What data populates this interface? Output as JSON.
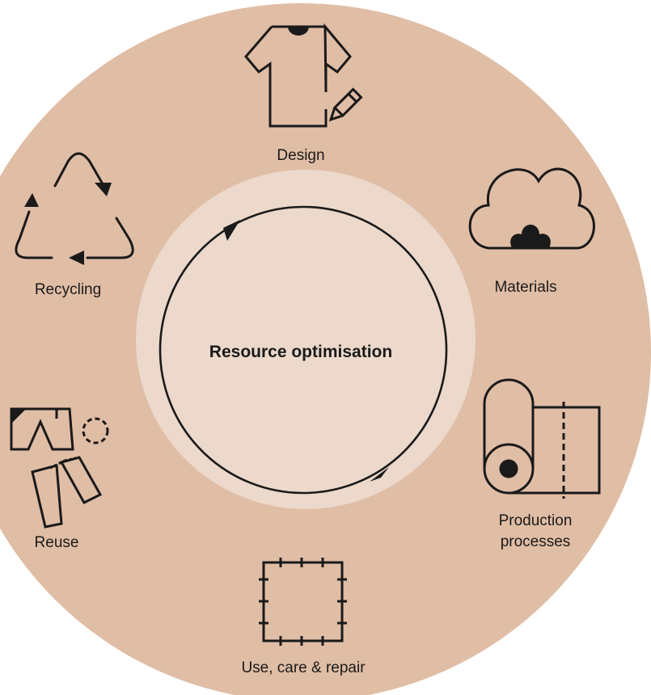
{
  "center": {
    "label": "Resource optimisation"
  },
  "stages": {
    "design": {
      "label": "Design",
      "icon": "tshirt-pencil-icon"
    },
    "materials": {
      "label": "Materials",
      "icon": "cotton-flower-icon"
    },
    "production": {
      "line1": "Production",
      "line2": "processes",
      "icon": "fabric-roll-icon"
    },
    "use": {
      "label": "Use, care & repair",
      "icon": "stitched-patch-icon"
    },
    "reuse": {
      "label": "Reuse",
      "icon": "garments-reuse-icon"
    },
    "recycling": {
      "label": "Recycling",
      "icon": "recycle-arrows-icon"
    }
  },
  "colors": {
    "outer_ring": "#e0bda5",
    "inner_disc": "#ecd9cb",
    "stroke": "#1a1a1a"
  }
}
